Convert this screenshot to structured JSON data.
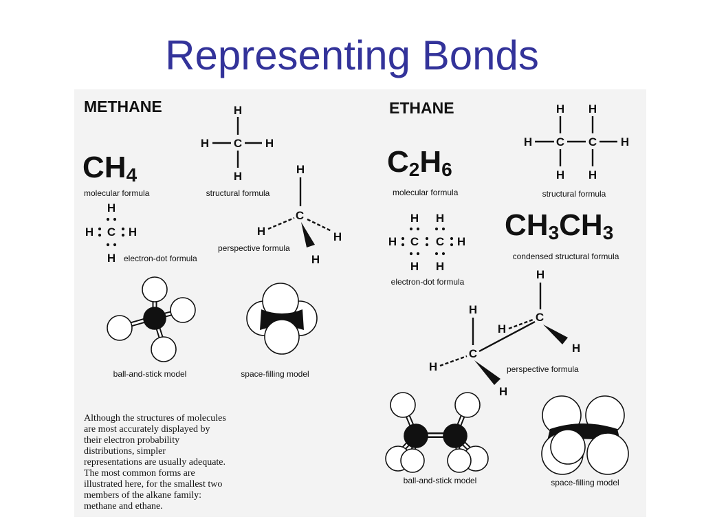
{
  "slide": {
    "title": "Representing Bonds"
  },
  "methane": {
    "heading": "METHANE",
    "molecular_formula": {
      "main": "CH",
      "subscript": "4",
      "caption": "molecular formula"
    },
    "structural_caption": "structural formula",
    "electron_dot_caption": "electron-dot formula",
    "perspective_caption": "perspective formula",
    "ball_stick_caption": "ball-and-stick model",
    "space_filling_caption": "space-filling model"
  },
  "ethane": {
    "heading": "ETHANE",
    "molecular_formula": {
      "c": "C",
      "c_sub": "2",
      "h": "H",
      "h_sub": "6",
      "caption": "molecular formula"
    },
    "structural_caption": "structural formula",
    "condensed": {
      "part1": "CH",
      "sub1": "3",
      "part2": "CH",
      "sub2": "3",
      "caption": "condensed structural formula"
    },
    "electron_dot_caption": "electron-dot formula",
    "perspective_caption": "perspective formula",
    "ball_stick_caption": "ball-and-stick model",
    "space_filling_caption": "space-filling model"
  },
  "atoms": {
    "carbon": "C",
    "hydrogen": "H"
  },
  "paragraph": [
    "Although the structures of molecules",
    "are most accurately displayed by",
    "their electron probability",
    "distributions, simpler",
    "representations are usually adequate.",
    "The most common forms are",
    "illustrated here, for the smallest two",
    "members of the alkane family:",
    "methane and ethane."
  ]
}
